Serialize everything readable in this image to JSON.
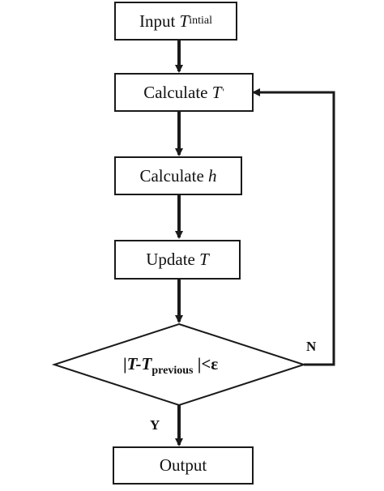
{
  "nodes": {
    "input": {
      "prefix": "Input ",
      "var": "T",
      "subscript": "intial"
    },
    "calc_t": {
      "prefix": "Calculate ",
      "var": "T",
      "prime": "'"
    },
    "calc_h": {
      "prefix": "Calculate ",
      "var": "h"
    },
    "update": {
      "prefix": "Update ",
      "var": "T"
    },
    "decision": {
      "bar_left": "|",
      "expr": "T-T",
      "subscript": "previous",
      "tail": " |<ε"
    },
    "output": {
      "label": "Output"
    }
  },
  "edges": {
    "yes_label": "Y",
    "no_label": "N"
  },
  "colors": {
    "stroke": "#1a1a1a",
    "text": "#111111",
    "background": "#ffffff"
  }
}
